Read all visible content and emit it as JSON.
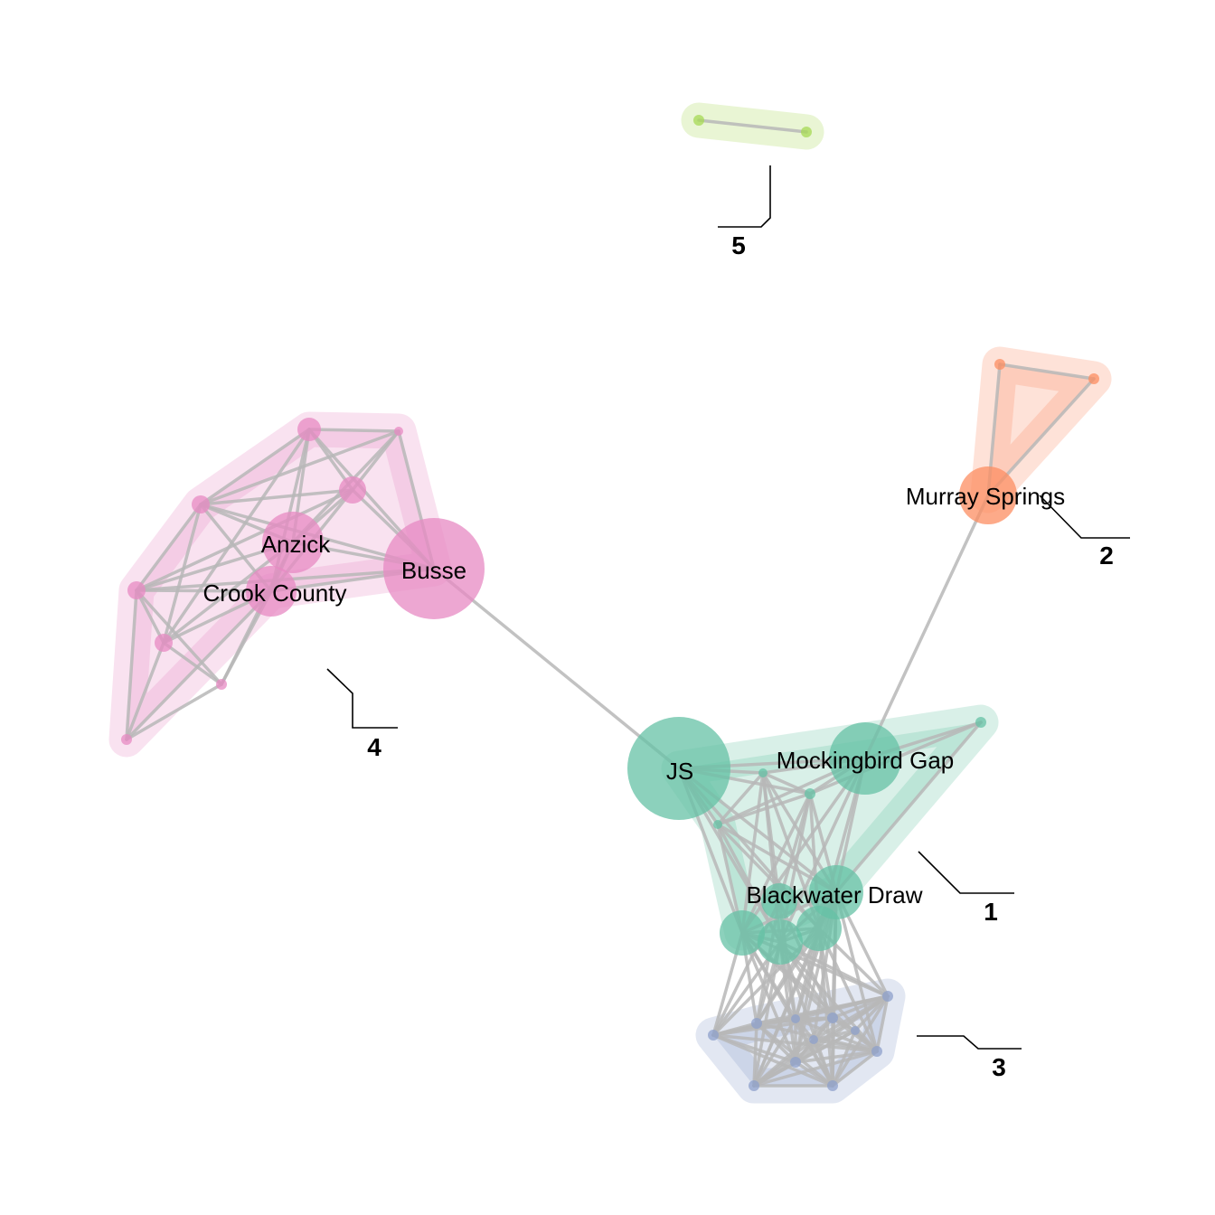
{
  "chart_data": {
    "type": "network",
    "groups": [
      {
        "id": "1",
        "label": "1",
        "color": "#66c2a5"
      },
      {
        "id": "2",
        "label": "2",
        "color": "#fc8d62"
      },
      {
        "id": "3",
        "label": "3",
        "color": "#8da0cb"
      },
      {
        "id": "4",
        "label": "4",
        "color": "#e78ac3"
      },
      {
        "id": "5",
        "label": "5",
        "color": "#a6d854"
      }
    ],
    "nodes": [
      {
        "id": "b1",
        "group": "5",
        "label": ""
      },
      {
        "id": "b2",
        "group": "5",
        "label": ""
      },
      {
        "id": "ms",
        "group": "2",
        "label": "Murray Springs"
      },
      {
        "id": "o1",
        "group": "2",
        "label": ""
      },
      {
        "id": "o2",
        "group": "2",
        "label": ""
      },
      {
        "id": "busse",
        "group": "4",
        "label": "Busse"
      },
      {
        "id": "anzick",
        "group": "4",
        "label": "Anzick"
      },
      {
        "id": "crook",
        "group": "4",
        "label": "Crook County"
      },
      {
        "id": "p1",
        "group": "4",
        "label": ""
      },
      {
        "id": "p2",
        "group": "4",
        "label": ""
      },
      {
        "id": "p3",
        "group": "4",
        "label": ""
      },
      {
        "id": "p4",
        "group": "4",
        "label": ""
      },
      {
        "id": "p5",
        "group": "4",
        "label": ""
      },
      {
        "id": "p6",
        "group": "4",
        "label": ""
      },
      {
        "id": "p7",
        "group": "4",
        "label": ""
      },
      {
        "id": "p8",
        "group": "4",
        "label": ""
      },
      {
        "id": "js",
        "group": "1",
        "label": "JS"
      },
      {
        "id": "mg",
        "group": "1",
        "label": "Mockingbird Gap"
      },
      {
        "id": "bd",
        "group": "1",
        "label": "Blackwater Draw"
      },
      {
        "id": "g1",
        "group": "1",
        "label": ""
      },
      {
        "id": "g2",
        "group": "1",
        "label": ""
      },
      {
        "id": "g3",
        "group": "1",
        "label": ""
      },
      {
        "id": "g4",
        "group": "1",
        "label": ""
      },
      {
        "id": "g5",
        "group": "1",
        "label": ""
      },
      {
        "id": "g6",
        "group": "1",
        "label": ""
      },
      {
        "id": "g7",
        "group": "1",
        "label": ""
      },
      {
        "id": "g8",
        "group": "1",
        "label": ""
      },
      {
        "id": "v1",
        "group": "3",
        "label": ""
      },
      {
        "id": "v2",
        "group": "3",
        "label": ""
      },
      {
        "id": "v3",
        "group": "3",
        "label": ""
      },
      {
        "id": "v4",
        "group": "3",
        "label": ""
      },
      {
        "id": "v5",
        "group": "3",
        "label": ""
      },
      {
        "id": "v6",
        "group": "3",
        "label": ""
      },
      {
        "id": "v7",
        "group": "3",
        "label": ""
      },
      {
        "id": "v8",
        "group": "3",
        "label": ""
      },
      {
        "id": "v9",
        "group": "3",
        "label": ""
      },
      {
        "id": "v10",
        "group": "3",
        "label": ""
      },
      {
        "id": "v11",
        "group": "3",
        "label": ""
      }
    ],
    "edges": [
      [
        "b1",
        "b2"
      ],
      [
        "ms",
        "o1"
      ],
      [
        "ms",
        "o2"
      ],
      [
        "o1",
        "o2"
      ],
      [
        "ms",
        "mg"
      ],
      [
        "busse",
        "js"
      ],
      [
        "busse",
        "anzick"
      ],
      [
        "busse",
        "crook"
      ],
      [
        "busse",
        "p1"
      ],
      [
        "busse",
        "p2"
      ],
      [
        "busse",
        "p3"
      ],
      [
        "busse",
        "p4"
      ],
      [
        "busse",
        "p5"
      ],
      [
        "anzick",
        "crook"
      ],
      [
        "anzick",
        "p1"
      ],
      [
        "anzick",
        "p2"
      ],
      [
        "anzick",
        "p3"
      ],
      [
        "anzick",
        "p4"
      ],
      [
        "anzick",
        "p5"
      ],
      [
        "anzick",
        "p6"
      ],
      [
        "anzick",
        "p7"
      ],
      [
        "crook",
        "p1"
      ],
      [
        "crook",
        "p2"
      ],
      [
        "crook",
        "p3"
      ],
      [
        "crook",
        "p5"
      ],
      [
        "crook",
        "p6"
      ],
      [
        "crook",
        "p7"
      ],
      [
        "crook",
        "p8"
      ],
      [
        "p1",
        "p2"
      ],
      [
        "p1",
        "p3"
      ],
      [
        "p1",
        "p4"
      ],
      [
        "p2",
        "p3"
      ],
      [
        "p2",
        "p4"
      ],
      [
        "p3",
        "p5"
      ],
      [
        "p3",
        "p6"
      ],
      [
        "p3",
        "p4"
      ],
      [
        "p5",
        "p6"
      ],
      [
        "p5",
        "p7"
      ],
      [
        "p5",
        "p8"
      ],
      [
        "p6",
        "p7"
      ],
      [
        "p6",
        "p8"
      ],
      [
        "p7",
        "p8"
      ],
      [
        "p2",
        "p5"
      ],
      [
        "p1",
        "p6"
      ],
      [
        "js",
        "mg"
      ],
      [
        "js",
        "g1"
      ],
      [
        "js",
        "g2"
      ],
      [
        "js",
        "g3"
      ],
      [
        "js",
        "bd"
      ],
      [
        "js",
        "g5"
      ],
      [
        "js",
        "g6"
      ],
      [
        "js",
        "g7"
      ],
      [
        "mg",
        "g1"
      ],
      [
        "mg",
        "g2"
      ],
      [
        "mg",
        "g3"
      ],
      [
        "mg",
        "g4"
      ],
      [
        "mg",
        "bd"
      ],
      [
        "mg",
        "g5"
      ],
      [
        "mg",
        "g6"
      ],
      [
        "mg",
        "g7"
      ],
      [
        "g1",
        "g2"
      ],
      [
        "g1",
        "g3"
      ],
      [
        "g2",
        "g3"
      ],
      [
        "g1",
        "bd"
      ],
      [
        "g2",
        "bd"
      ],
      [
        "g3",
        "bd"
      ],
      [
        "g1",
        "g5"
      ],
      [
        "g2",
        "g5"
      ],
      [
        "g3",
        "g5"
      ],
      [
        "g1",
        "g6"
      ],
      [
        "g2",
        "g6"
      ],
      [
        "g3",
        "g6"
      ],
      [
        "g1",
        "g7"
      ],
      [
        "g2",
        "g7"
      ],
      [
        "g3",
        "g7"
      ],
      [
        "g4",
        "bd"
      ],
      [
        "g4",
        "g2"
      ],
      [
        "bd",
        "g5"
      ],
      [
        "bd",
        "g6"
      ],
      [
        "bd",
        "g7"
      ],
      [
        "g5",
        "g6"
      ],
      [
        "g6",
        "g7"
      ],
      [
        "g5",
        "g7"
      ],
      [
        "g8",
        "g1"
      ],
      [
        "g8",
        "g2"
      ],
      [
        "g5",
        "v1"
      ],
      [
        "g5",
        "v2"
      ],
      [
        "g5",
        "v3"
      ],
      [
        "g5",
        "v4"
      ],
      [
        "g5",
        "v5"
      ],
      [
        "g5",
        "v6"
      ],
      [
        "g5",
        "v7"
      ],
      [
        "g5",
        "v8"
      ],
      [
        "g6",
        "v1"
      ],
      [
        "g6",
        "v2"
      ],
      [
        "g6",
        "v3"
      ],
      [
        "g6",
        "v4"
      ],
      [
        "g6",
        "v5"
      ],
      [
        "g6",
        "v6"
      ],
      [
        "g6",
        "v7"
      ],
      [
        "g6",
        "v8"
      ],
      [
        "g6",
        "v9"
      ],
      [
        "g7",
        "v1"
      ],
      [
        "g7",
        "v2"
      ],
      [
        "g7",
        "v3"
      ],
      [
        "g7",
        "v4"
      ],
      [
        "g7",
        "v5"
      ],
      [
        "g7",
        "v6"
      ],
      [
        "g7",
        "v7"
      ],
      [
        "g7",
        "v8"
      ],
      [
        "g7",
        "v9"
      ],
      [
        "bd",
        "v2"
      ],
      [
        "bd",
        "v3"
      ],
      [
        "bd",
        "v4"
      ],
      [
        "bd",
        "v5"
      ],
      [
        "bd",
        "v6"
      ],
      [
        "bd",
        "v7"
      ],
      [
        "bd",
        "v8"
      ],
      [
        "bd",
        "v9"
      ],
      [
        "bd",
        "v10"
      ],
      [
        "g8",
        "v1"
      ],
      [
        "g8",
        "v2"
      ],
      [
        "g8",
        "v3"
      ],
      [
        "g8",
        "v4"
      ],
      [
        "v1",
        "v2"
      ],
      [
        "v1",
        "v3"
      ],
      [
        "v1",
        "v4"
      ],
      [
        "v1",
        "v5"
      ],
      [
        "v1",
        "v6"
      ],
      [
        "v1",
        "v7"
      ],
      [
        "v1",
        "v8"
      ],
      [
        "v2",
        "v3"
      ],
      [
        "v2",
        "v4"
      ],
      [
        "v2",
        "v5"
      ],
      [
        "v2",
        "v6"
      ],
      [
        "v2",
        "v7"
      ],
      [
        "v2",
        "v8"
      ],
      [
        "v2",
        "v9"
      ],
      [
        "v3",
        "v4"
      ],
      [
        "v3",
        "v5"
      ],
      [
        "v3",
        "v6"
      ],
      [
        "v3",
        "v7"
      ],
      [
        "v3",
        "v8"
      ],
      [
        "v3",
        "v9"
      ],
      [
        "v3",
        "v10"
      ],
      [
        "v4",
        "v5"
      ],
      [
        "v4",
        "v6"
      ],
      [
        "v4",
        "v7"
      ],
      [
        "v4",
        "v8"
      ],
      [
        "v4",
        "v9"
      ],
      [
        "v4",
        "v10"
      ],
      [
        "v4",
        "v11"
      ],
      [
        "v5",
        "v6"
      ],
      [
        "v5",
        "v7"
      ],
      [
        "v5",
        "v8"
      ],
      [
        "v5",
        "v9"
      ],
      [
        "v5",
        "v10"
      ],
      [
        "v5",
        "v11"
      ],
      [
        "v6",
        "v7"
      ],
      [
        "v6",
        "v8"
      ],
      [
        "v6",
        "v9"
      ],
      [
        "v6",
        "v10"
      ],
      [
        "v6",
        "v11"
      ],
      [
        "v7",
        "v8"
      ],
      [
        "v7",
        "v9"
      ],
      [
        "v7",
        "v10"
      ],
      [
        "v7",
        "v11"
      ],
      [
        "v8",
        "v9"
      ],
      [
        "v8",
        "v10"
      ],
      [
        "v8",
        "v11"
      ],
      [
        "v9",
        "v10"
      ],
      [
        "v9",
        "v11"
      ],
      [
        "v10",
        "v11"
      ]
    ]
  }
}
